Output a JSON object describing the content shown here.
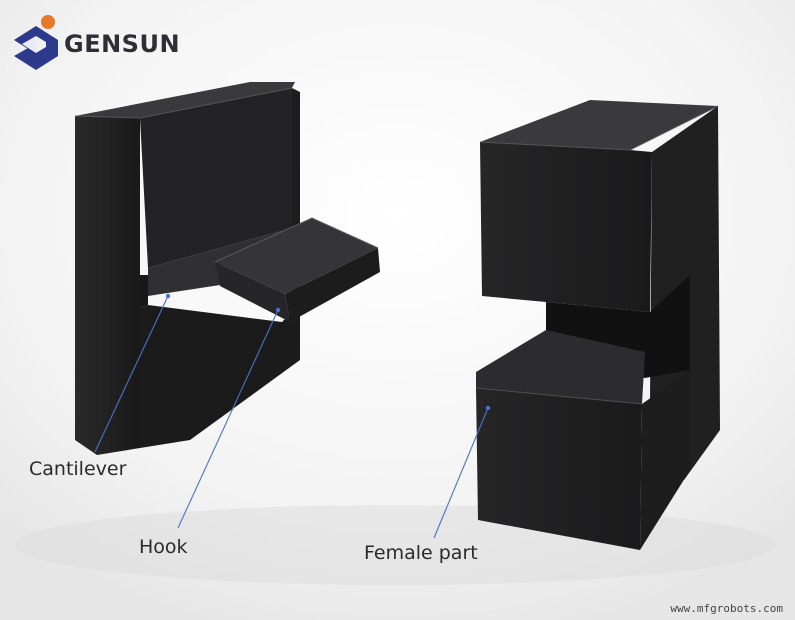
{
  "brand": {
    "name": "GENSUN",
    "colors": {
      "orange": "#e8792b",
      "navy": "#2d3a8c"
    }
  },
  "labels": {
    "cantilever": "Cantilever",
    "hook": "Hook",
    "female_part": "Female part"
  },
  "watermark": "www.mfgrobots.com",
  "colors": {
    "callout_line": "#4a73c9",
    "part_fill": "#1e1e1f"
  }
}
